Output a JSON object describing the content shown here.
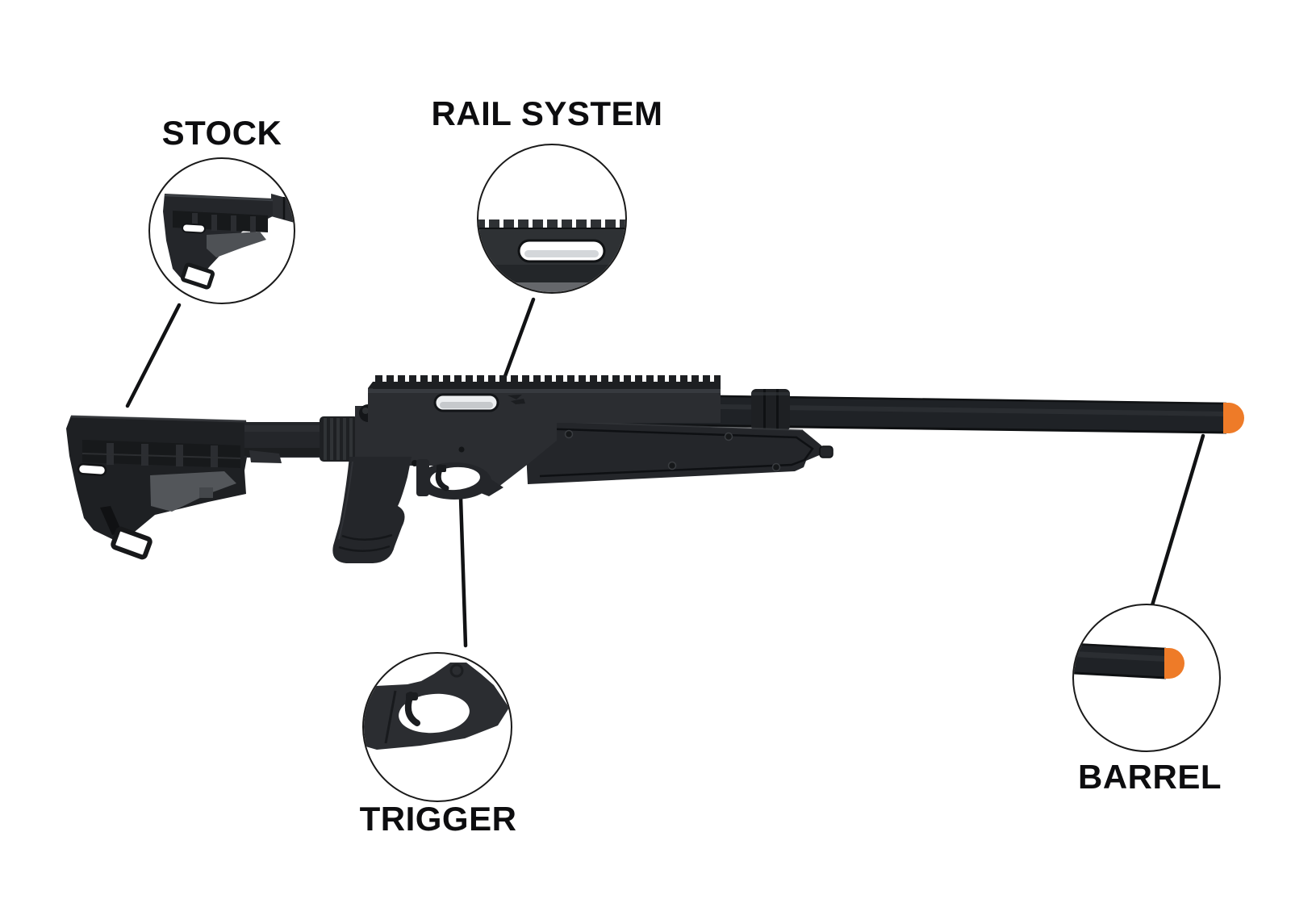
{
  "diagram": {
    "subject": "Airsoft sniper rifle labeled parts diagram",
    "background": "#FFFFFF",
    "callouts": [
      {
        "id": "stock",
        "label": "STOCK"
      },
      {
        "id": "rail-system",
        "label": "RAIL SYSTEM"
      },
      {
        "id": "trigger",
        "label": "TRIGGER"
      },
      {
        "id": "barrel",
        "label": "BARREL"
      }
    ],
    "colors": {
      "label_ink": "#0D0D0F",
      "leader_line": "#111214",
      "circle_stroke": "#1A1A1A",
      "gun_black": "#1E2023",
      "muzzle_orange": "#EE7B28"
    }
  }
}
